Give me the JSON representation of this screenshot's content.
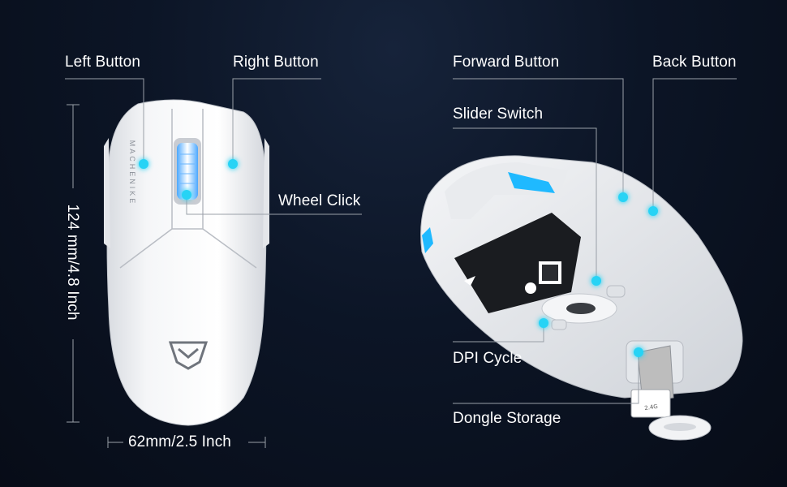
{
  "left_view": {
    "brand_text": "MACHENIKE",
    "callouts": {
      "left_button": "Left Button",
      "right_button": "Right Button",
      "wheel_click": "Wheel Click"
    },
    "dimensions": {
      "length": "124 mm/4.8 Inch",
      "width": "62mm/2.5 Inch"
    }
  },
  "right_view": {
    "callouts": {
      "forward_button": "Forward Button",
      "back_button": "Back Button",
      "slider_switch": "Slider Switch",
      "dpi_cycle": "DPI Cycle",
      "dongle_storage": "Dongle Storage"
    }
  },
  "colors": {
    "background": "#0c1526",
    "accent": "#27d3f5",
    "mouse_body": "#f2f3f5",
    "leader_line": "#9aa0a8"
  }
}
